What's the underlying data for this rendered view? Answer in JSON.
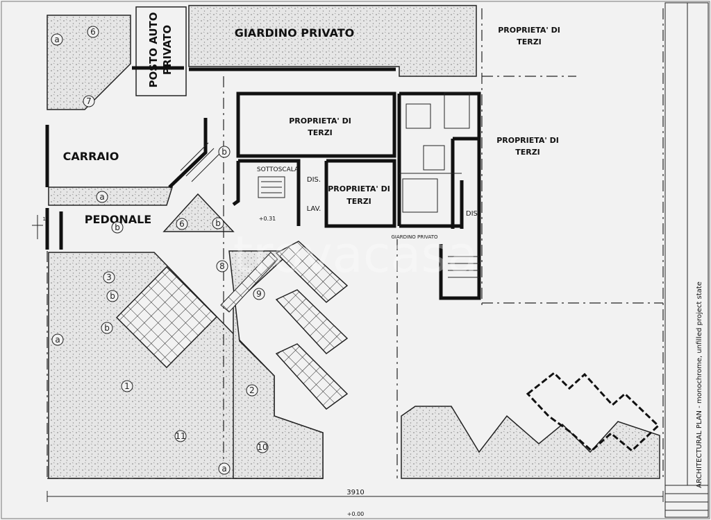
{
  "areas": {
    "giardino_privato": "GIARDINO PRIVATO",
    "posto_auto": [
      "POSTO AUTO",
      "PRIVATO"
    ],
    "carraio": "CARRAIO",
    "pedonale": "PEDONALE",
    "proprieta_terzi_1": [
      "PROPRIETA' DI",
      "TERZI"
    ],
    "proprieta_terzi_2": [
      "PROPRIETA' DI",
      "TERZI"
    ],
    "proprieta_terzi_3": [
      "PROPRIETA' DI",
      "TERZI"
    ],
    "proprieta_terzi_4": [
      "PROPRIETA' DI",
      "TERZI"
    ],
    "sottoscala": "SOTTOSCALA",
    "dis_1": "DIS.",
    "dis_2": "DIS.",
    "lav": "LAV.",
    "giardino_privato_small": "GIARDINO PRIVATO"
  },
  "markers": {
    "numbers": [
      "1",
      "2",
      "3",
      "6",
      "6",
      "7",
      "8",
      "9",
      "10",
      "11"
    ],
    "letters": [
      "a",
      "a",
      "a",
      "a",
      "b",
      "b",
      "b",
      "b",
      "b"
    ]
  },
  "dimensions": {
    "width_label": "3910",
    "level_label": "+0.00",
    "level_point": "+0.31",
    "side_mark": "17"
  },
  "title_block": {
    "vertical_caption": "ARCHITECTURAL PLAN - monochrome, unfilled project state"
  },
  "watermark": "trovacasa",
  "colors": {
    "background": "#f2f2f2",
    "line": "#111111"
  }
}
